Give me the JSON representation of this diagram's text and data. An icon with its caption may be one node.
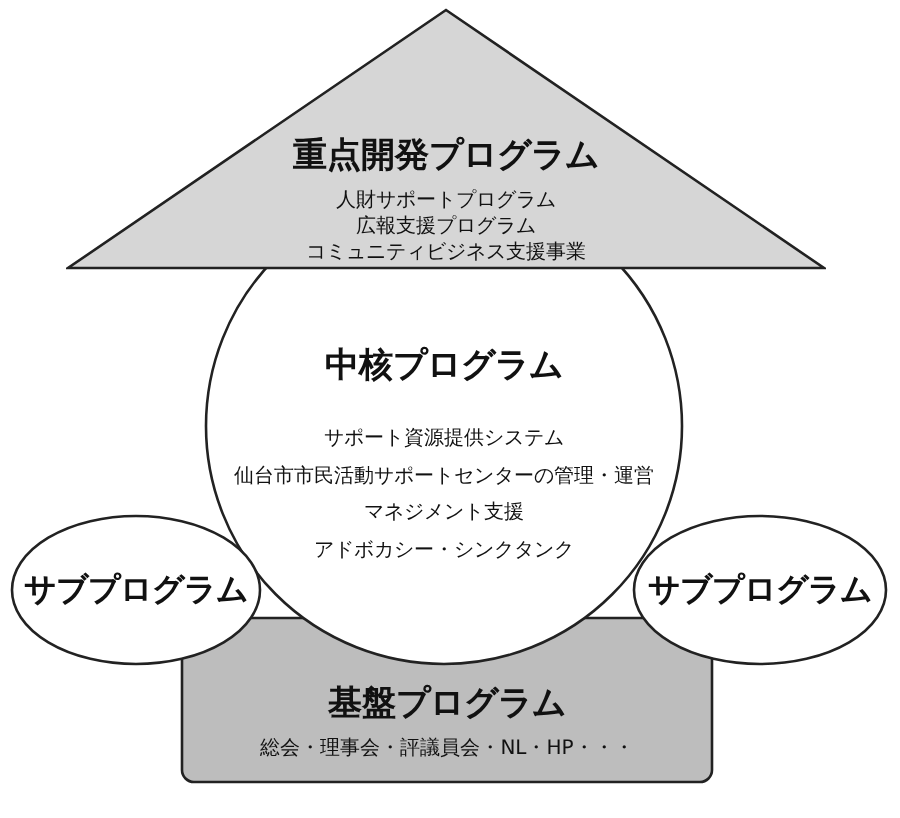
{
  "diagram": {
    "nodes": [
      {
        "text": [
          "重点開発プログラム",
          "人財サポートプログラム",
          "広報支援プログラム",
          "コミュニティビジネス支援事業"
        ]
      },
      {
        "text": [
          "中核プログラム",
          "サポート資源提供システム",
          "仙台市市民活動サポートセンターの管理・運営",
          "マネジメント支援",
          "アドボカシー・シンクタンク"
        ]
      },
      {
        "text": [
          "サブプログラム"
        ]
      },
      {
        "text": [
          "サブプログラム"
        ]
      },
      {
        "text": [
          "基盤プログラム",
          "総会・理事会・評議員会・NL・HP・・・"
        ]
      }
    ]
  }
}
